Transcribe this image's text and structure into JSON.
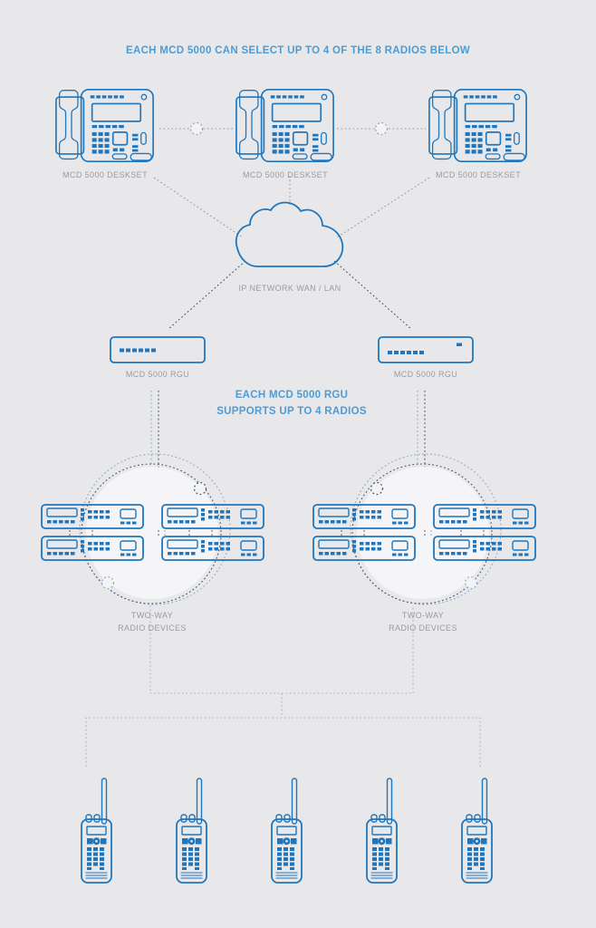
{
  "diagram": {
    "title": "EACH MCD 5000 CAN SELECT UP TO 4 OF THE 8 RADIOS BELOW",
    "desksets": [
      "MCD 5000 DESKSET",
      "MCD 5000 DESKSET",
      "MCD 5000 DESKSET"
    ],
    "cloud_label": "IP NETWORK WAN / LAN",
    "rgus": [
      "MCD 5000 RGU",
      "MCD 5000 RGU"
    ],
    "note": [
      "EACH MCD 5000 RGU",
      "SUPPORTS UP TO 4 RADIOS"
    ],
    "group_left": [
      "TWO-WAY",
      "RADIO DEVICES"
    ],
    "group_right": [
      "TWO-WAY",
      "RADIO DEVICES"
    ],
    "colors": {
      "background": "#e8e8ea",
      "device_outline": "#1f76bc",
      "accent_text": "#4f9bd4",
      "label_gray": "#9b9b9f",
      "dash_gray": "#98a1ab",
      "dash_navy": "#4a576e",
      "dash_blue": "#8aadd3"
    }
  }
}
